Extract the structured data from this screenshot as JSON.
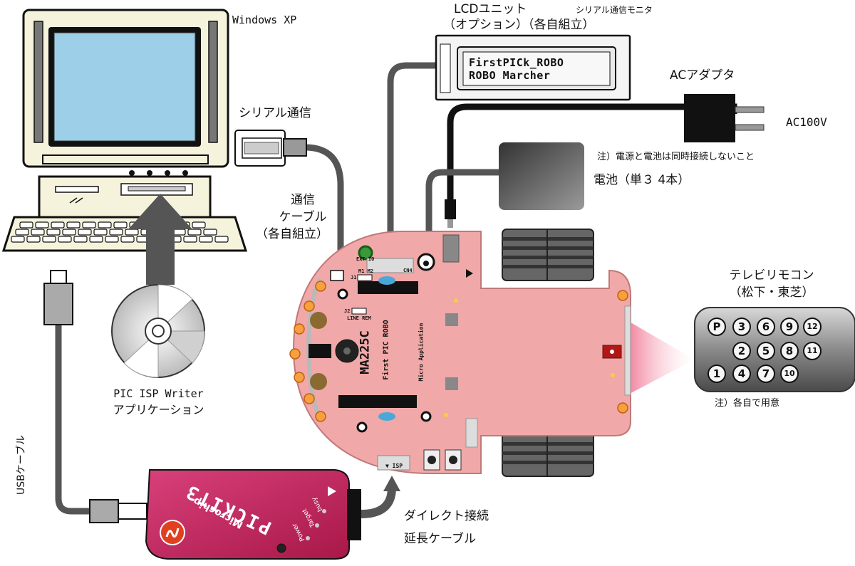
{
  "labels": {
    "windows_xp": "Windows XP",
    "pic_isp_line1": "PIC ISP Writer",
    "pic_isp_line2": "アプリケーション",
    "usb_cable": "USBケーブル",
    "serial_comm": "シリアル通信",
    "comm_cable_line1": "通信",
    "comm_cable_line2": "ケーブル",
    "comm_cable_line3": "（各自組立）",
    "lcd_unit_line1": "LCDユニット",
    "lcd_unit_line2": "（オプション）（各自組立）",
    "serial_monitor": "シリアル通信モニタ",
    "ac_adapter": "ACアダプタ",
    "ac100v": "AC100V",
    "power_note": "注）電源と電池は同時接続しないこと",
    "battery": "電池（単３ 4本）",
    "tv_remote_line1": "テレビリモコン",
    "tv_remote_line2": "（松下・東芝）",
    "remote_note": "注）各自で用意",
    "direct_cable_line1": "ダイレクト接続",
    "direct_cable_line2": "延長ケーブル"
  },
  "lcd": {
    "line1": "FirstPICk_ROBO",
    "line2": "ROBO Marcher"
  },
  "board": {
    "model": "MA225C",
    "name": "First PIC ROBO",
    "maker": "Micro Application",
    "ext_io": "EXT IO",
    "cn4": "CN4",
    "jumper_j1": "J1",
    "jumper_m1m2": "M1 M2",
    "jumper_j2": "J2",
    "line_rem": "LINE REM",
    "isp": "▼ ISP"
  },
  "pickit": {
    "brand": "PICKIT3",
    "maker": "Microchip",
    "leds": [
      "busy",
      "Target",
      "Power"
    ]
  },
  "remote_buttons": [
    "P",
    "3",
    "6",
    "9",
    "12",
    "2",
    "5",
    "8",
    "11",
    "1",
    "4",
    "7",
    "10"
  ],
  "colors": {
    "board": "#f0a8a8",
    "board_edge": "#c07878",
    "pickit": "#c8245a",
    "cable": "#555555",
    "led": "#f7a040",
    "screen": "#9ecfe8"
  }
}
